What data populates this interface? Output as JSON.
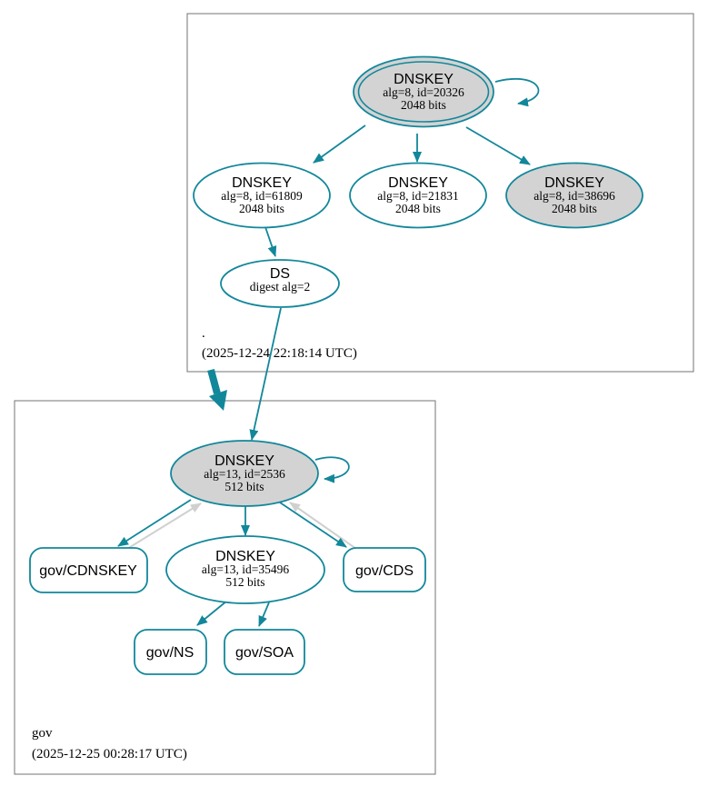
{
  "diagram_type": "DNSSEC authentication chain (dnsviz graph)",
  "colors": {
    "secure_edge": "#12879a",
    "insecure_edge": "#d0d0d0",
    "key_fill_gray": "#d3d3d3",
    "node_fill_white": "#ffffff",
    "zone_box_border": "#737373",
    "text": "#000000"
  },
  "zones": {
    "root": {
      "label": ".",
      "timestamp": "(2025-12-24 22:18:14 UTC)",
      "ksk": {
        "title": "DNSKEY",
        "line1": "alg=8, id=20326",
        "line2": "2048 bits"
      },
      "key61809": {
        "title": "DNSKEY",
        "line1": "alg=8, id=61809",
        "line2": "2048 bits"
      },
      "key21831": {
        "title": "DNSKEY",
        "line1": "alg=8, id=21831",
        "line2": "2048 bits"
      },
      "key38696": {
        "title": "DNSKEY",
        "line1": "alg=8, id=38696",
        "line2": "2048 bits"
      },
      "ds": {
        "title": "DS",
        "line1": "digest alg=2"
      }
    },
    "gov": {
      "label": "gov",
      "timestamp": "(2025-12-25 00:28:17 UTC)",
      "ksk": {
        "title": "DNSKEY",
        "line1": "alg=13, id=2536",
        "line2": "512 bits"
      },
      "zsk": {
        "title": "DNSKEY",
        "line1": "alg=13, id=35496",
        "line2": "512 bits"
      },
      "cdnskey": {
        "label": "gov/CDNSKEY"
      },
      "cds": {
        "label": "gov/CDS"
      },
      "ns": {
        "label": "gov/NS"
      },
      "soa": {
        "label": "gov/SOA"
      }
    }
  }
}
